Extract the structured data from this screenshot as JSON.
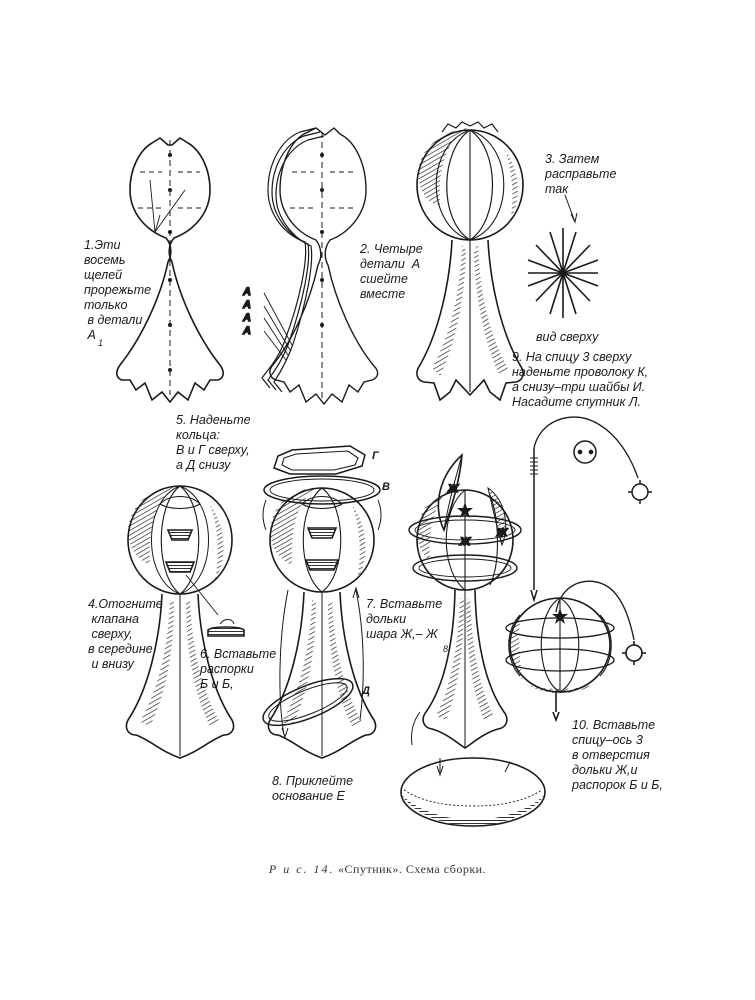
{
  "steps": {
    "s1": "1.Эти\nвосемь\nщелей\nпрорежьте\nтолько\n в детали\n А",
    "s1_sub": "1",
    "s2": "2. Четыре\nдетали  А\nсшейте\nвместе",
    "s3": "3. Затем\nрасправьте\nтак",
    "s3_view": "вид сверху",
    "s9": "9. На спицу 3 сверху\nнаденьте проволоку К,\nа снизу–три шайбы И.\nНасадите спутник Л.",
    "s5": "5. Наденьте\nкольца:\nВ и Г сверху,\nа Д снизу",
    "s4": "4.Отогните\n клапана\n сверху,\nв середине\n и внизу",
    "s6": "6. Вставьте\nраспорки\nБ и Б,",
    "s7": "7. Вставьте\nдольки\nшара Ж,– Ж",
    "s7_sub": "8",
    "s8": "8. Приклейте\nоснование Е",
    "s10": "10. Вставьте\nспицу–ось 3\nв отверстия\nдольки Ж,и\nраспорок Б и Б,"
  },
  "part_labels": {
    "a1": "А",
    "a2": "А",
    "a3": "А",
    "a4": "А",
    "g": "Г",
    "v": "В",
    "d": "Д",
    "zh8": "Ж",
    "zh1": "Ж",
    "zh2": "Ж"
  },
  "caption": {
    "figure": "Р и с.  14.",
    "text": "«Спутник». Схема сборки."
  }
}
